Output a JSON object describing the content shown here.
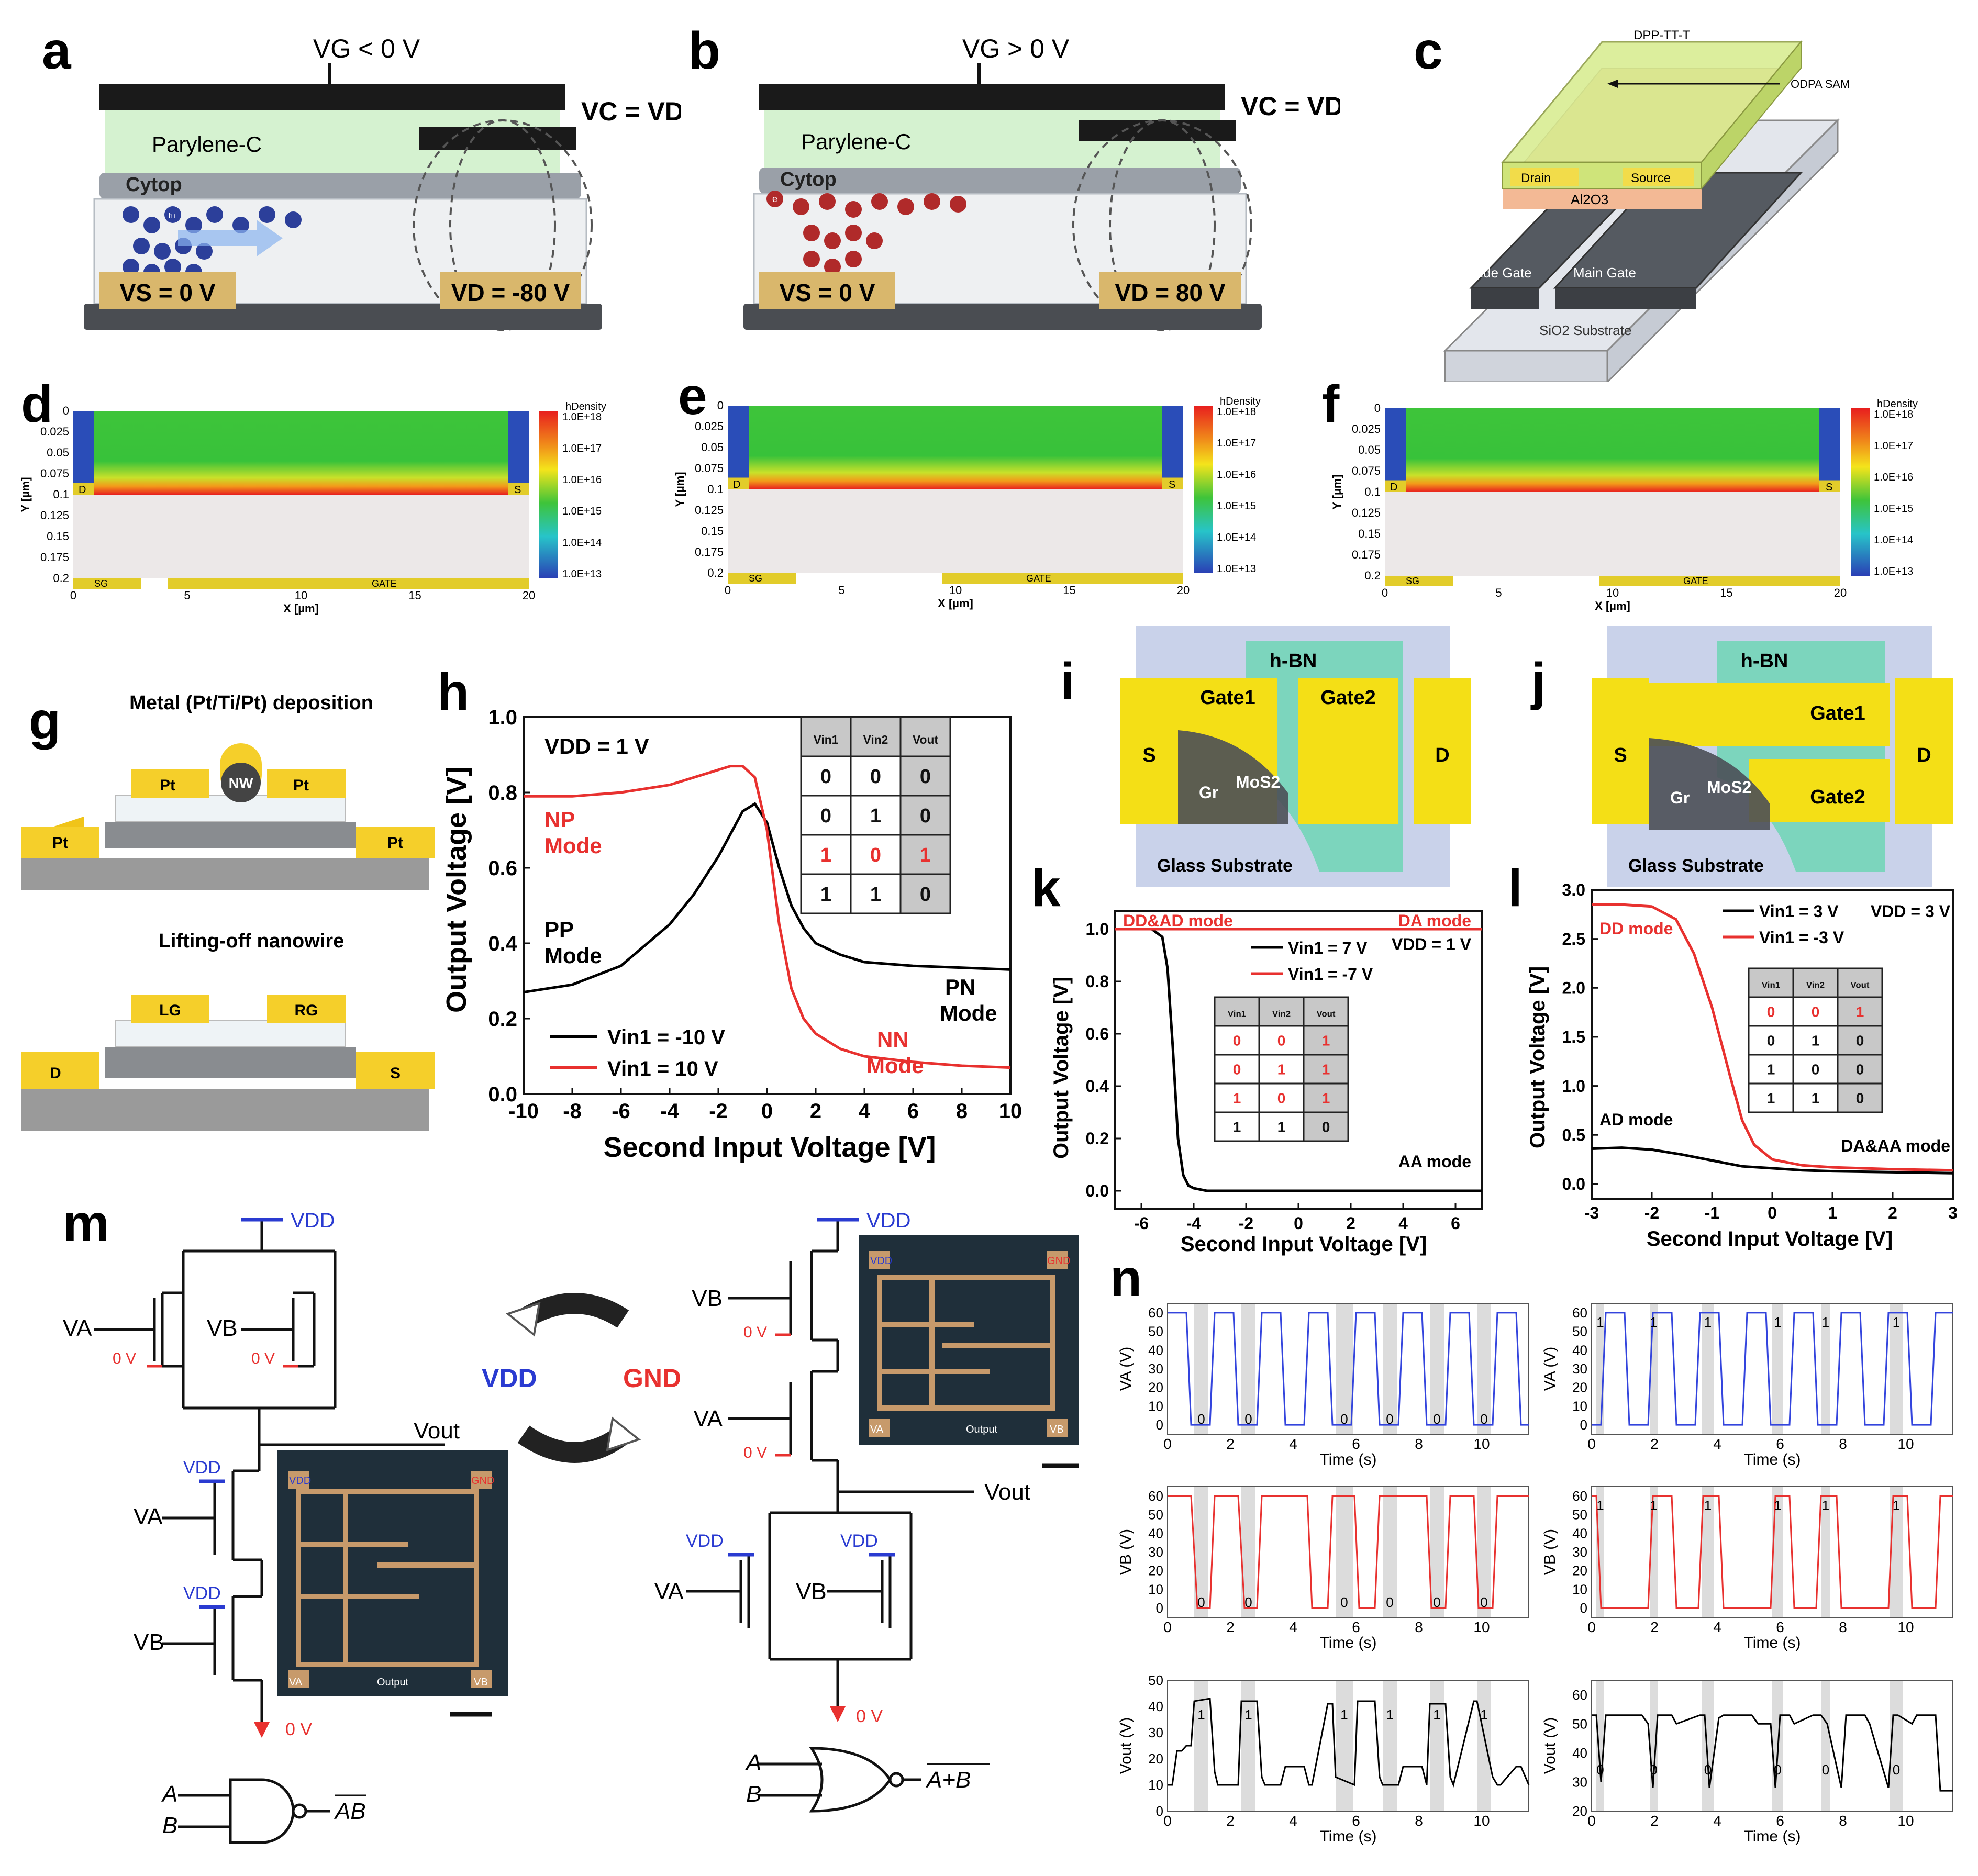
{
  "panel_letters": [
    "a",
    "b",
    "c",
    "d",
    "e",
    "f",
    "g",
    "h",
    "i",
    "j",
    "k",
    "l",
    "m",
    "n"
  ],
  "a": {
    "gate": "VG < 0 V",
    "vc": "VC = VD",
    "parylene": "Parylene-C",
    "cytop": "Cytop",
    "vs": "VS = 0 V",
    "vd": "VD = -80 V",
    "carrier": "h+"
  },
  "b": {
    "gate": "VG > 0 V",
    "vc": "VC = VD",
    "parylene": "Parylene-C",
    "cytop": "Cytop",
    "vs": "VS = 0 V",
    "vd": "VD = 80 V",
    "carrier": "e"
  },
  "c": {
    "semiconductor": "DPP-TT-T",
    "sam": "ODPA SAM",
    "drain": "Drain",
    "source": "Source",
    "dielectric": "Al2O3",
    "side_gate": "Side Gate",
    "main_gate": "Main Gate",
    "substrate": "SiO2 Substrate"
  },
  "sim": {
    "y_label": "Y [µm]",
    "x_label": "X [µm]",
    "y_ticks": [
      "0",
      "0.025",
      "0.05",
      "0.075",
      "0.1",
      "0.125",
      "0.15",
      "0.175",
      "0.2"
    ],
    "x_ticks": [
      "0",
      "5",
      "10",
      "15",
      "20"
    ],
    "colorbar_title": "hDensity",
    "colorbar_ticks": [
      "1.0E+18",
      "1.0E+17",
      "1.0E+16",
      "1.0E+15",
      "1.0E+14",
      "1.0E+13"
    ],
    "d_label": "D",
    "s_label": "S",
    "sg_label": "SG",
    "gate_label": "GATE"
  },
  "g": {
    "top_title": "Metal (Pt/Ti/Pt) deposition",
    "bottom_title": "Lifting-off nanowire",
    "pt": "Pt",
    "nw": "NW",
    "lg": "LG",
    "rg": "RG",
    "d": "D",
    "s": "S"
  },
  "h": {
    "ylabel": "Output Voltage [V]",
    "xlabel": "Second Input Voltage [V]",
    "vdd": "VDD = 1 V",
    "mode_np": "NP",
    "mode_pp": "PP",
    "mode_pn": "PN",
    "mode_nn": "NN",
    "mode_word": "Mode",
    "legend_black": "Vin1 = -10 V",
    "legend_red": "Vin1 = 10 V",
    "table_head": [
      "Vin1",
      "Vin2",
      "Vout"
    ],
    "table_rows": [
      [
        "0",
        "0",
        "0"
      ],
      [
        "0",
        "1",
        "0"
      ],
      [
        "1",
        "0",
        "1"
      ],
      [
        "1",
        "1",
        "0"
      ]
    ]
  },
  "i": {
    "hbn": "h-BN",
    "gate1": "Gate1",
    "gate2": "Gate2",
    "s": "S",
    "d": "D",
    "gr": "Gr",
    "mos2": "MoS2",
    "substrate": "Glass Substrate"
  },
  "j": {
    "hbn": "h-BN",
    "gate1": "Gate1",
    "gate2": "Gate2",
    "s": "S",
    "d": "D",
    "gr": "Gr",
    "mos2": "MoS2",
    "substrate": "Glass Substrate"
  },
  "k": {
    "ylabel": "Output Voltage [V]",
    "xlabel": "Second Input Voltage [V]",
    "mode_tl": "DD&AD mode",
    "mode_tr": "DA mode",
    "mode_br": "AA mode",
    "vdd": "VDD = 1 V",
    "legend_black": "Vin1 = 7 V",
    "legend_red": "Vin1 = -7 V",
    "table_head": [
      "Vin1",
      "Vin2",
      "Vout"
    ],
    "table_rows": [
      [
        "0",
        "0",
        "1"
      ],
      [
        "0",
        "1",
        "1"
      ],
      [
        "1",
        "0",
        "1"
      ],
      [
        "1",
        "1",
        "0"
      ]
    ]
  },
  "l": {
    "ylabel": "Output Voltage [V]",
    "xlabel": "Second Input Voltage [V]",
    "mode_tl": "DD mode",
    "mode_bl": "AD mode",
    "mode_br": "DA&AA mode",
    "vdd": "VDD = 3 V",
    "legend_black": "Vin1 = 3 V",
    "legend_red": "Vin1 = -3 V",
    "table_head": [
      "Vin1",
      "Vin2",
      "Vout"
    ],
    "table_rows": [
      [
        "0",
        "0",
        "1"
      ],
      [
        "0",
        "1",
        "0"
      ],
      [
        "1",
        "0",
        "0"
      ],
      [
        "1",
        "1",
        "0"
      ]
    ]
  },
  "m": {
    "vdd": "VDD",
    "va": "VA",
    "vb": "VB",
    "zero": "0 V",
    "vout": "Vout",
    "cycle_vdd": "VDD",
    "cycle_gnd": "GND",
    "micro_vdd": "VDD",
    "micro_gnd": "GND",
    "micro_va": "VA",
    "micro_vb": "VB",
    "micro_out": "Output",
    "gate_a": "A",
    "gate_b": "B",
    "nand_out": "AB",
    "nor_out": "A+B"
  },
  "n": {
    "xlabel": "Time (s)",
    "ylabel_a": "VA (V)",
    "ylabel_b": "VB (V)",
    "ylabel_out": "Vout (V)",
    "one": "1",
    "zero": "0"
  },
  "chart_data": [
    {
      "type": "line",
      "panel": "h",
      "xlabel": "Second Input Voltage [V]",
      "ylabel": "Output Voltage [V]",
      "xlim": [
        -10,
        10
      ],
      "ylim": [
        0.0,
        1.0
      ],
      "xticks": [
        -10,
        -8,
        -6,
        -4,
        -2,
        0,
        2,
        4,
        6,
        8,
        10
      ],
      "yticks": [
        0.0,
        0.2,
        0.4,
        0.6,
        0.8,
        1.0
      ],
      "series": [
        {
          "name": "Vin1 = -10 V",
          "color": "#000000",
          "x": [
            -10,
            -8,
            -6,
            -4,
            -3,
            -2,
            -1.5,
            -1,
            -0.5,
            0,
            0.5,
            1,
            1.5,
            2,
            3,
            4,
            6,
            8,
            10
          ],
          "y": [
            0.27,
            0.29,
            0.34,
            0.45,
            0.53,
            0.63,
            0.69,
            0.75,
            0.77,
            0.72,
            0.6,
            0.5,
            0.44,
            0.4,
            0.37,
            0.35,
            0.34,
            0.335,
            0.33
          ]
        },
        {
          "name": "Vin1 = 10 V",
          "color": "#e8312f",
          "x": [
            -10,
            -8,
            -6,
            -4,
            -3,
            -2,
            -1.5,
            -1,
            -0.5,
            0,
            0.5,
            1,
            1.5,
            2,
            3,
            4,
            6,
            8,
            10
          ],
          "y": [
            0.79,
            0.79,
            0.8,
            0.82,
            0.84,
            0.86,
            0.87,
            0.87,
            0.84,
            0.7,
            0.45,
            0.28,
            0.2,
            0.16,
            0.12,
            0.1,
            0.085,
            0.075,
            0.07
          ]
        }
      ]
    },
    {
      "type": "line",
      "panel": "k",
      "xlabel": "Second Input Voltage [V]",
      "ylabel": "Output Voltage [V]",
      "xlim": [
        -7,
        7
      ],
      "ylim": [
        -0.07,
        1.07
      ],
      "xticks": [
        -6,
        -4,
        -2,
        0,
        2,
        4,
        6
      ],
      "yticks": [
        0.0,
        0.2,
        0.4,
        0.6,
        0.8,
        1.0
      ],
      "series": [
        {
          "name": "Vin1 = 7 V",
          "color": "#000000",
          "x": [
            -7,
            -5.6,
            -5.2,
            -5.0,
            -4.8,
            -4.6,
            -4.4,
            -4.2,
            -4.0,
            -3.5,
            0,
            7
          ],
          "y": [
            1.0,
            1.0,
            0.97,
            0.85,
            0.55,
            0.2,
            0.06,
            0.02,
            0.01,
            0.0,
            0.0,
            0.0
          ]
        },
        {
          "name": "Vin1 = -7 V",
          "color": "#e8312f",
          "x": [
            -7,
            7
          ],
          "y": [
            1.0,
            1.0
          ]
        }
      ]
    },
    {
      "type": "line",
      "panel": "l",
      "xlabel": "Second Input Voltage [V]",
      "ylabel": "Output Voltage [V]",
      "xlim": [
        -3,
        3
      ],
      "ylim": [
        -0.15,
        3.0
      ],
      "xticks": [
        -3,
        -2,
        -1,
        0,
        1,
        2,
        3
      ],
      "yticks": [
        0.0,
        0.5,
        1.0,
        1.5,
        2.0,
        2.5,
        3.0
      ],
      "series": [
        {
          "name": "Vin1 = 3 V",
          "color": "#000000",
          "x": [
            -3,
            -2.5,
            -2,
            -1.5,
            -1,
            -0.5,
            0,
            0.5,
            1,
            2,
            3
          ],
          "y": [
            0.36,
            0.37,
            0.35,
            0.3,
            0.24,
            0.18,
            0.16,
            0.14,
            0.13,
            0.12,
            0.11
          ]
        },
        {
          "name": "Vin1 = -3 V",
          "color": "#e8312f",
          "x": [
            -3,
            -2.5,
            -2,
            -1.6,
            -1.3,
            -1.0,
            -0.7,
            -0.5,
            -0.3,
            0,
            0.5,
            1,
            2,
            3
          ],
          "y": [
            2.85,
            2.85,
            2.83,
            2.7,
            2.35,
            1.8,
            1.1,
            0.65,
            0.4,
            0.25,
            0.19,
            0.17,
            0.15,
            0.14
          ]
        }
      ]
    },
    {
      "type": "line",
      "panel": "n",
      "subpanel": "left",
      "xlabel": "Time (s)",
      "xlim": [
        0,
        11.5
      ],
      "xticks": [
        0,
        2,
        4,
        6,
        8,
        10
      ],
      "series": [
        {
          "name": "VA",
          "color": "#3344dd",
          "ylim": [
            -5,
            65
          ],
          "yticks": [
            0,
            10,
            20,
            30,
            40,
            50,
            60
          ],
          "x": [
            0,
            0.6,
            0.75,
            1.35,
            1.5,
            2.1,
            2.25,
            2.85,
            3.0,
            3.6,
            3.75,
            4.35,
            4.5,
            5.1,
            5.25,
            5.85,
            6.0,
            6.6,
            6.75,
            7.35,
            7.5,
            8.1,
            8.25,
            8.85,
            9.0,
            9.6,
            9.75,
            10.35,
            10.5,
            11.1,
            11.25,
            11.5
          ],
          "y": [
            60,
            60,
            0,
            0,
            60,
            60,
            0,
            0,
            60,
            60,
            0,
            0,
            60,
            60,
            0,
            0,
            60,
            60,
            0,
            0,
            60,
            60,
            0,
            0,
            60,
            60,
            0,
            0,
            60,
            60,
            0,
            0
          ]
        },
        {
          "name": "VB",
          "color": "#e8312f",
          "ylim": [
            -5,
            65
          ],
          "yticks": [
            0,
            10,
            20,
            30,
            40,
            50,
            60
          ],
          "x": [
            0,
            0.75,
            0.95,
            1.35,
            1.5,
            2.25,
            2.45,
            2.85,
            3.0,
            4.45,
            4.6,
            5.1,
            5.25,
            5.95,
            6.1,
            6.6,
            6.75,
            8.25,
            8.4,
            8.85,
            9.0,
            9.75,
            9.9,
            10.35,
            10.5,
            11.5
          ],
          "y": [
            60,
            60,
            0,
            0,
            60,
            60,
            0,
            0,
            60,
            60,
            0,
            0,
            60,
            60,
            0,
            0,
            60,
            60,
            0,
            0,
            60,
            60,
            0,
            0,
            60,
            60
          ]
        },
        {
          "name": "Vout",
          "color": "#000000",
          "ylim": [
            0,
            50
          ],
          "yticks": [
            0,
            10,
            20,
            30,
            40,
            50
          ],
          "x": [
            0,
            0.15,
            0.3,
            0.45,
            0.6,
            0.75,
            0.85,
            1.35,
            1.5,
            1.6,
            2.25,
            2.35,
            2.85,
            3.0,
            3.1,
            3.6,
            3.75,
            4.35,
            4.5,
            4.6,
            5.1,
            5.25,
            5.35,
            5.95,
            6.05,
            6.6,
            6.75,
            6.85,
            7.35,
            7.5,
            8.1,
            8.25,
            8.35,
            8.85,
            9.0,
            9.1,
            9.75,
            9.85,
            10.35,
            10.5,
            10.6,
            11.1,
            11.25,
            11.5
          ],
          "y": [
            10,
            10,
            23,
            23,
            25,
            25,
            42,
            43,
            15,
            10,
            10,
            42,
            42,
            13,
            10,
            10,
            17,
            17,
            10,
            10,
            41,
            41,
            13,
            10,
            42,
            42,
            13,
            10,
            10,
            17,
            17,
            10,
            41,
            41,
            13,
            10,
            42,
            42,
            13,
            10,
            10,
            17,
            17,
            10
          ]
        }
      ]
    },
    {
      "type": "line",
      "panel": "n",
      "subpanel": "right",
      "xlabel": "Time (s)",
      "xlim": [
        0,
        11.5
      ],
      "xticks": [
        0,
        2,
        4,
        6,
        8,
        10
      ],
      "series": [
        {
          "name": "VA",
          "color": "#3344dd",
          "ylim": [
            -5,
            65
          ],
          "yticks": [
            0,
            10,
            20,
            30,
            40,
            50,
            60
          ],
          "x": [
            0,
            0.3,
            0.45,
            1.05,
            1.2,
            1.8,
            1.95,
            2.55,
            2.7,
            3.3,
            3.45,
            4.05,
            4.2,
            4.8,
            4.95,
            5.55,
            5.7,
            6.3,
            6.45,
            7.05,
            7.2,
            7.8,
            7.95,
            8.55,
            8.7,
            9.3,
            9.45,
            10.05,
            10.2,
            10.8,
            10.95,
            11.5
          ],
          "y": [
            0,
            0,
            60,
            60,
            0,
            0,
            60,
            60,
            0,
            0,
            60,
            60,
            0,
            0,
            60,
            60,
            0,
            0,
            60,
            60,
            0,
            0,
            60,
            60,
            0,
            0,
            60,
            60,
            0,
            0,
            60,
            60
          ]
        },
        {
          "name": "VB",
          "color": "#e8312f",
          "ylim": [
            -5,
            65
          ],
          "yticks": [
            0,
            10,
            20,
            30,
            40,
            50,
            60
          ],
          "x": [
            0,
            0.15,
            0.3,
            1.8,
            1.95,
            2.55,
            2.7,
            3.4,
            3.55,
            4.05,
            4.2,
            5.7,
            5.85,
            6.3,
            6.45,
            7.15,
            7.3,
            7.8,
            7.95,
            9.45,
            9.6,
            10.05,
            10.2,
            10.95,
            11.1,
            11.5
          ],
          "y": [
            60,
            60,
            0,
            0,
            60,
            60,
            0,
            0,
            60,
            60,
            0,
            0,
            60,
            60,
            0,
            0,
            60,
            60,
            0,
            0,
            60,
            60,
            0,
            0,
            60,
            60
          ]
        },
        {
          "name": "Vout",
          "color": "#000000",
          "ylim": [
            20,
            65
          ],
          "yticks": [
            20,
            30,
            40,
            50,
            60
          ],
          "x": [
            0,
            0.15,
            0.3,
            0.45,
            1.6,
            1.8,
            1.95,
            2.1,
            2.55,
            2.7,
            3.45,
            3.6,
            3.75,
            4.05,
            4.2,
            5.1,
            5.3,
            5.7,
            5.85,
            6.0,
            6.3,
            6.45,
            7.05,
            7.3,
            7.5,
            7.95,
            8.1,
            8.7,
            8.85,
            9.45,
            9.6,
            9.75,
            10.2,
            10.35,
            10.95,
            11.1,
            11.5
          ],
          "y": [
            53,
            53,
            30,
            53,
            53,
            50,
            28,
            53,
            53,
            50,
            53,
            53,
            28,
            52,
            53,
            53,
            50,
            50,
            28,
            53,
            53,
            50,
            53,
            53,
            50,
            28,
            53,
            53,
            50,
            28,
            53,
            53,
            50,
            53,
            53,
            27,
            27
          ]
        }
      ]
    }
  ]
}
